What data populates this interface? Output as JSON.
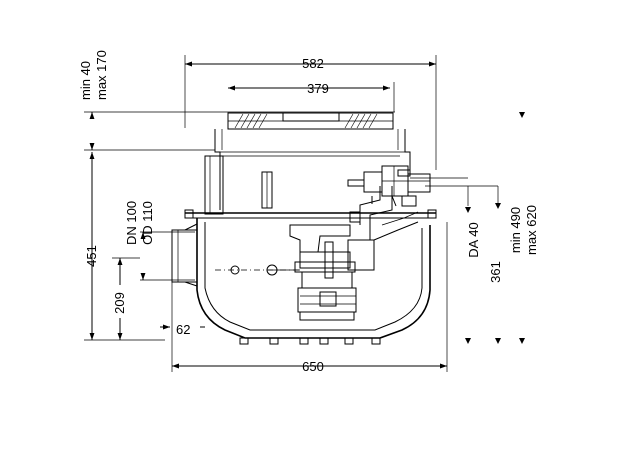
{
  "dimensions": {
    "width_top": "582",
    "width_cover": "379",
    "width_base": "650",
    "inlet_offset": "62",
    "height_total": "451",
    "inlet_height": "209",
    "outlet_height": "361",
    "cover_adjust_min": "min 40",
    "cover_adjust_max": "max 170",
    "outlet_depth_min": "min 490",
    "outlet_depth_max": "max 620",
    "inlet_dn": "DN 100",
    "inlet_od": "OD 110",
    "outlet_da": "DA 40"
  }
}
